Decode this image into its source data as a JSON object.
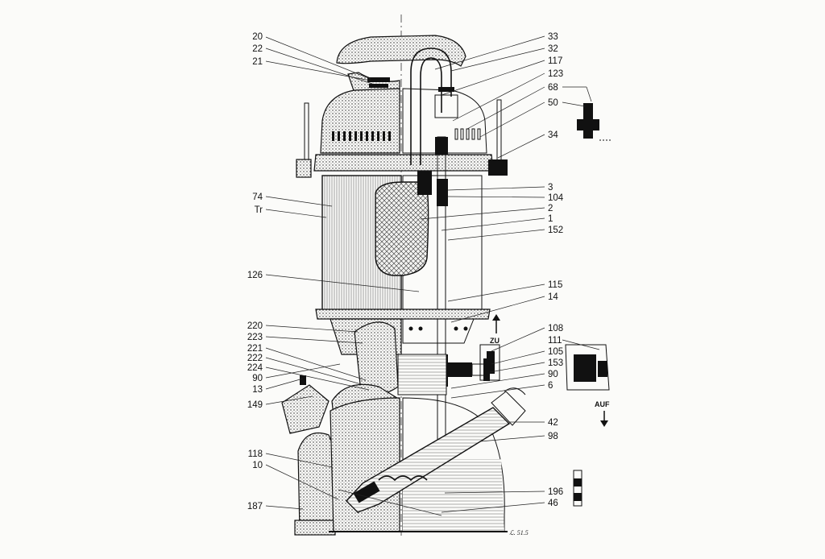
{
  "labels_left": [
    "20",
    "22",
    "21",
    "74",
    "Tr",
    "126",
    "220",
    "223",
    "221",
    "222",
    "224",
    "90",
    "13",
    "149",
    "118",
    "10",
    "187"
  ],
  "labels_right": [
    "33",
    "32",
    "117",
    "123",
    "68",
    "50",
    "34",
    "3",
    "104",
    "2",
    "1",
    "152",
    "115",
    "14",
    "108",
    "111",
    "105",
    "153",
    "90",
    "6",
    "42",
    "98",
    "196",
    "46"
  ],
  "annotations": {
    "close": "ZU",
    "open": "AUF"
  },
  "colors": {
    "ink": "#111111",
    "paper": "#fbfbf9"
  }
}
